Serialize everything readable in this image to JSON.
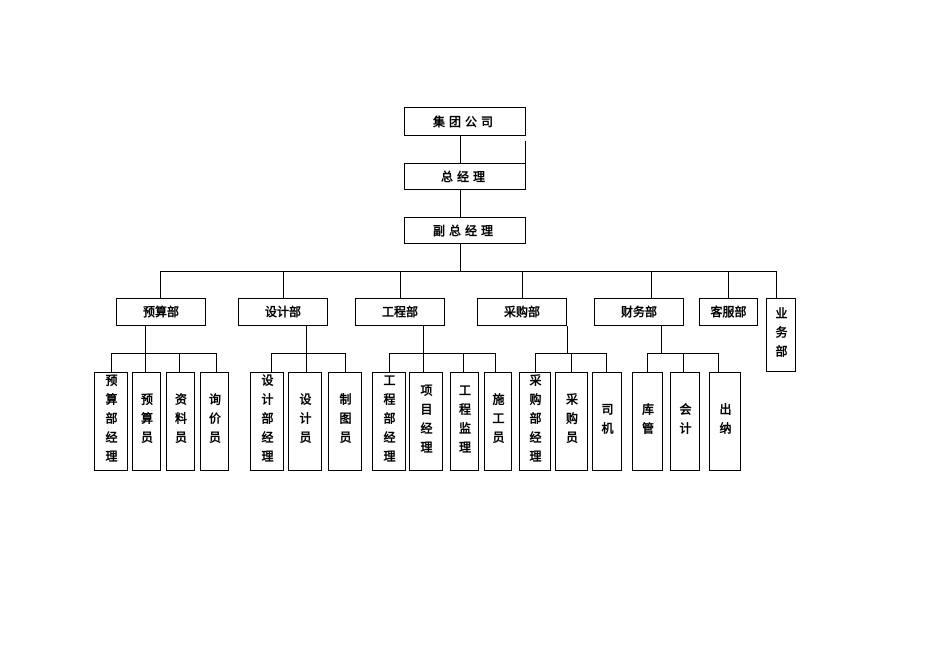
{
  "chart": {
    "root": "集团公司",
    "gm": "总经理",
    "dgm": "副总经理",
    "departments": [
      {
        "label": "预算部",
        "staff": [
          "预算部经理",
          "预算员",
          "资料员",
          "询价员"
        ]
      },
      {
        "label": "设计部",
        "staff": [
          "设计部经理",
          "设计员",
          "制图员"
        ]
      },
      {
        "label": "工程部",
        "staff": [
          "工程部经理",
          "项目经理",
          "工程监理",
          "施工员"
        ]
      },
      {
        "label": "采购部",
        "staff": [
          "采购部经理",
          "采购员",
          "司机"
        ]
      },
      {
        "label": "财务部",
        "staff": [
          "库管",
          "会计",
          "出纳"
        ]
      },
      {
        "label": "客服部",
        "staff": []
      },
      {
        "label": "业务部",
        "staff": []
      }
    ]
  }
}
